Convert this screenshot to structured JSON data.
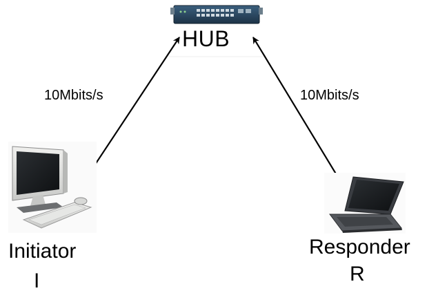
{
  "hub": {
    "label": "HUB",
    "icon": "network-switch-icon"
  },
  "links": {
    "left": {
      "speed": "10Mbits/s"
    },
    "right": {
      "speed": "10Mbits/s"
    }
  },
  "initiator": {
    "name": "Initiator",
    "letter": "I",
    "icon": "desktop-computer-icon"
  },
  "responder": {
    "name": "Responder",
    "letter": "R",
    "icon": "laptop-icon"
  },
  "colors": {
    "switch_body": "#2b4a63",
    "port": "#cfd9e0",
    "arrow": "#000000"
  }
}
